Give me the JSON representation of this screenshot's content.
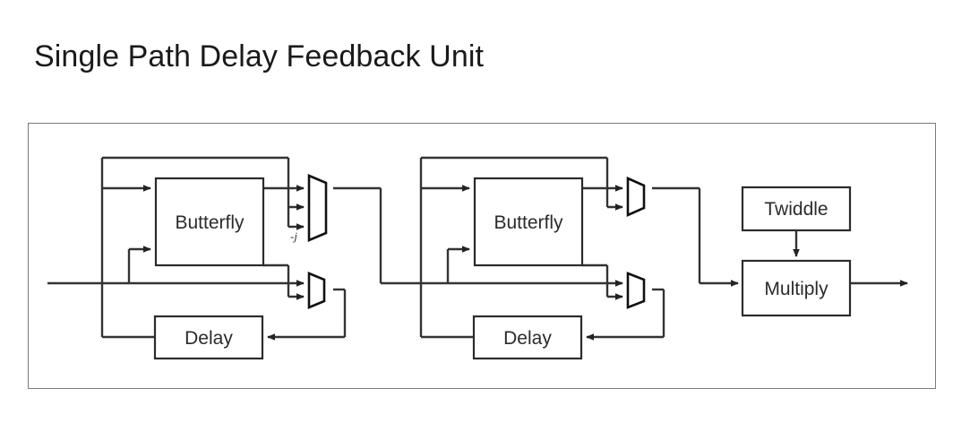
{
  "page": {
    "title": "Single Path Delay Feedback Unit",
    "background_color": "#ffffff",
    "text_color": "#1a1a1a"
  },
  "diagram": {
    "frame": {
      "border_color": "#7b7b7b",
      "fill": "#ffffff"
    },
    "wire_color": "#333333",
    "block_border_color": "#2b2b2b",
    "blocks": [
      {
        "id": "butterfly-1",
        "label": "Butterfly",
        "stage": 1
      },
      {
        "id": "delay-1",
        "label": "Delay",
        "stage": 1
      },
      {
        "id": "butterfly-2",
        "label": "Butterfly",
        "stage": 2
      },
      {
        "id": "delay-2",
        "label": "Delay",
        "stage": 2
      },
      {
        "id": "twiddle",
        "label": "Twiddle",
        "stage": 3
      },
      {
        "id": "multiply",
        "label": "Multiply",
        "stage": 3
      }
    ],
    "multiplexers": [
      {
        "id": "mux-1-top",
        "inputs": 3,
        "label": "-j",
        "stage": 1
      },
      {
        "id": "mux-1-bottom",
        "inputs": 2,
        "label": "",
        "stage": 1
      },
      {
        "id": "mux-2-top",
        "inputs": 2,
        "label": "",
        "stage": 2
      },
      {
        "id": "mux-2-bottom",
        "inputs": 2,
        "label": "",
        "stage": 2
      }
    ],
    "labels": {
      "butterfly_1": "Butterfly",
      "delay_1": "Delay",
      "butterfly_2": "Butterfly",
      "delay_2": "Delay",
      "twiddle": "Twiddle",
      "multiply": "Multiply",
      "mux_1_top_coefficient": "-j"
    }
  }
}
